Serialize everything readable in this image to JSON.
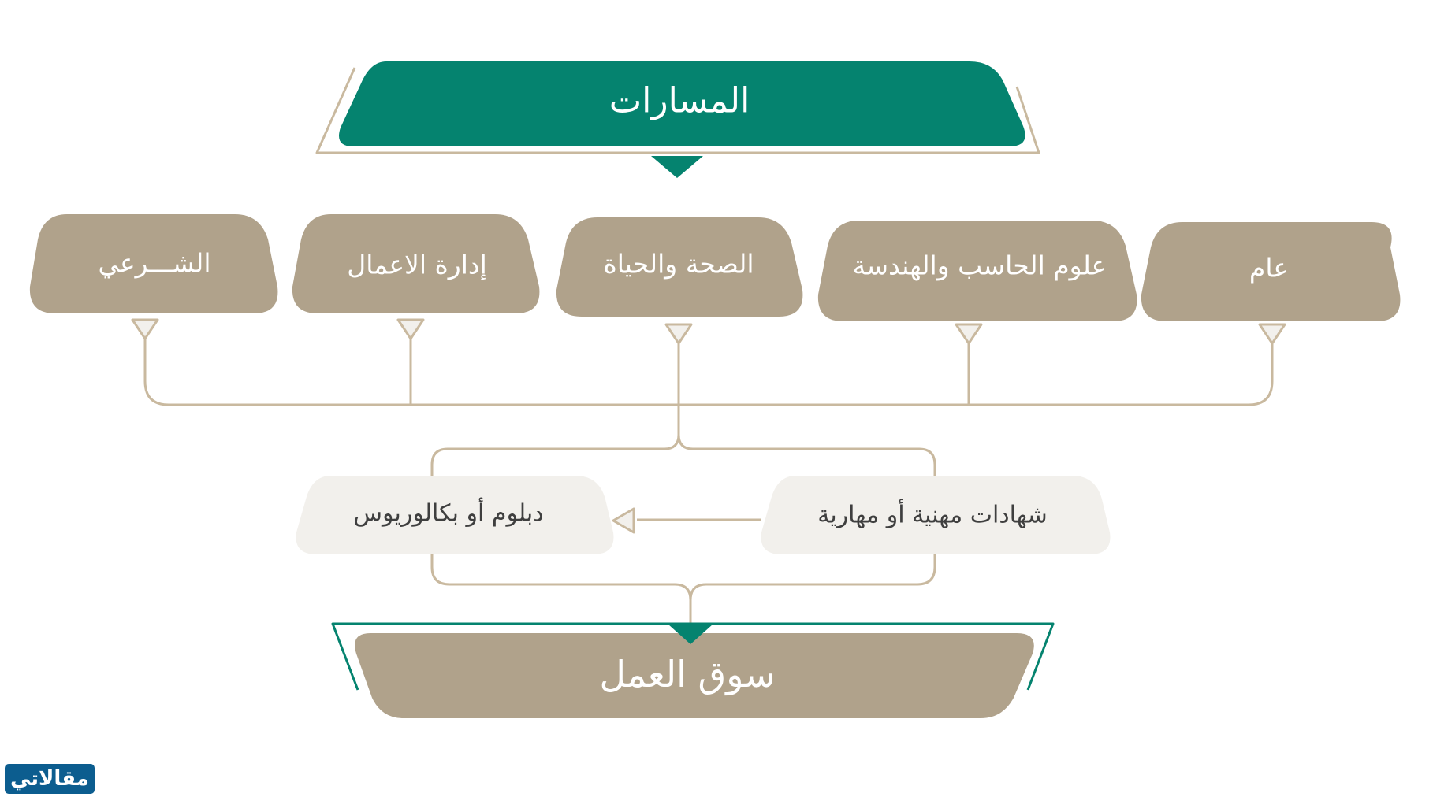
{
  "title": "المسارات",
  "paths": [
    {
      "id": "general",
      "label": "عام"
    },
    {
      "id": "cs-eng",
      "label": "علوم الحاسب والهندسة"
    },
    {
      "id": "health",
      "label": "الصحة والحياة"
    },
    {
      "id": "business",
      "label": "إدارة الاعمال"
    },
    {
      "id": "sharia",
      "label": "الشـــرعي"
    }
  ],
  "options": {
    "certificates": "شهادات مهنية أو مهارية",
    "degree": "دبلوم أو بكالوريوس"
  },
  "outcome": "سوق العمل",
  "logo": "مقالاتي",
  "colors": {
    "teal": "#05836f",
    "tan": "#b0a28b",
    "line": "#c9b99f",
    "light": "#f2f0ec",
    "logo_bg": "#0c5d8f"
  }
}
